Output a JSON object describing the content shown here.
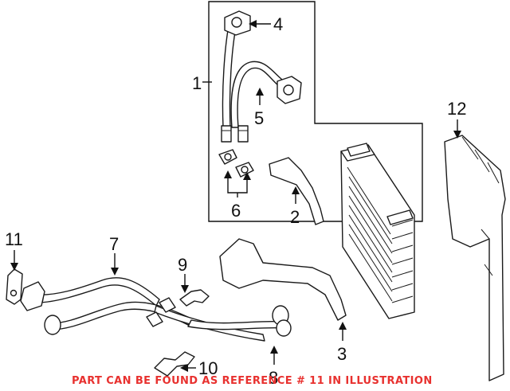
{
  "callouts": {
    "c1": "1",
    "c2": "2",
    "c3": "3",
    "c4": "4",
    "c5": "5",
    "c6": "6",
    "c7": "7",
    "c8": "8",
    "c9": "9",
    "c10": "10",
    "c11": "11",
    "c12": "12"
  },
  "footnote": {
    "text": "PART CAN BE FOUND AS REFERENCE # 11 IN ILLUSTRATION",
    "color": "#e8312f"
  },
  "colors": {
    "line": "#1a1a1a",
    "background": "#ffffff"
  }
}
